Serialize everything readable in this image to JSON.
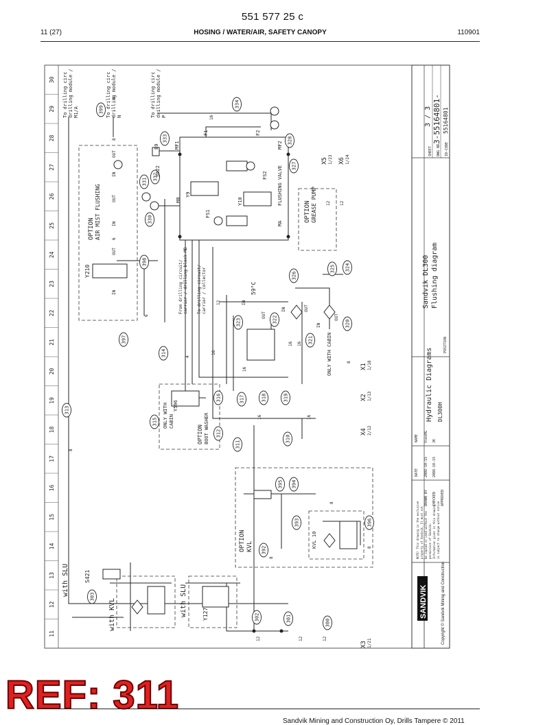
{
  "header": {
    "doc_number": "551 577 25 c",
    "page": "11 (27)",
    "title": "HOSING / WATER/AIR, SAFETY CANOPY",
    "date_code": "110901"
  },
  "grid": {
    "columns": [
      "11",
      "12",
      "13",
      "14",
      "15",
      "16",
      "17",
      "18",
      "19",
      "20",
      "21",
      "22",
      "23",
      "24",
      "25",
      "26",
      "27",
      "28",
      "29",
      "30"
    ]
  },
  "destinations": {
    "d1_line1": "To drilling circ",
    "d1_line2": "drilling module /",
    "d1_line3": "M1/A",
    "d2_line1": "To drilling circ",
    "d2_line2": "drilling module /",
    "d2_line3": "N",
    "d3_line1": "To drilling circ",
    "d3_line2": "drilling module /",
    "d3_line3": "P"
  },
  "callouts": [
    "399",
    "334",
    "333",
    "328",
    "327",
    "331",
    "332",
    "330",
    "398",
    "397",
    "326",
    "325",
    "324",
    "323",
    "322",
    "321",
    "320",
    "314",
    "315",
    "316",
    "317",
    "318",
    "319",
    "313",
    "312",
    "311",
    "310",
    "395",
    "394",
    "393",
    "396",
    "392",
    "303",
    "302",
    "301",
    "300"
  ],
  "labels": {
    "option_air_mist": "OPTION",
    "air_mist_flushing": "AIR MIST FLUSHING",
    "option_grease": "OPTION",
    "grease_pump": "GREASE PUMP",
    "flushing_valve": "FLUSHING VALVE",
    "y210": "Y210",
    "y9": "Y9",
    "y10": "Y10",
    "b9": "B9",
    "s422": "S422",
    "mf1": "MF1",
    "mf2": "MF2",
    "ma": "MA",
    "mb": "MB",
    "f1": "F1",
    "f2": "F2",
    "fs1": "FS1",
    "fs2": "FS2",
    "in": "IN",
    "out": "OUT",
    "temp": "59°C",
    "from_drill_1": "From drilling circuit/",
    "from_drill_2": "carrier / drilling block MB",
    "to_drill_1": "To drilling circuit/",
    "to_drill_2": "carrier / collector",
    "only_with_cabin": "ONLY WITH CABIN",
    "only_with_cabin_2": "ONLY WITH",
    "cabin": "CABIN",
    "option_boot": "OPTION",
    "boot_washer": "BOOT WASHER",
    "y596": "Y596",
    "option_kvl": "OPTION",
    "kvl": "KVL",
    "kvl10": "KVL 10",
    "with_slu": "with SLU",
    "with_slu_2": "with SLU",
    "with_kvl": "with KVL",
    "s421": "S421",
    "y127": "Y127",
    "x1": "X1",
    "x2": "X2",
    "x3": "X3",
    "x4": "X4",
    "x5": "X5",
    "x6": "X6",
    "x1s": "1/18",
    "x2s": "1/13",
    "x3s": "1/21",
    "x4s": "2/12",
    "x5s": "1/23",
    "x6s": "1/24",
    "hose_12": "12",
    "hose_16": "16",
    "hose_8": "8",
    "hose_6": "6",
    "hose_4": "4"
  },
  "title_block": {
    "company": "SANDVIK",
    "product": "Sandvik DL300",
    "diagram": "Flushing diagram",
    "group": "Hydraulic Diagrams",
    "model": "DL300H",
    "position_label": "POSITION",
    "sheet_label": "SHEET",
    "sheet_value": "3 / 3",
    "dwg_label": "DWG NR",
    "dwg_value": "3-55164801-",
    "idcode_label": "ID-CODE",
    "idcode_value": "55164801",
    "date_label": "DATE",
    "name_label": "NAME",
    "drawn_label": "DRAWN BY",
    "drawn_date": "2008-10-15",
    "drawn_name": "ViesHG",
    "checked_label": "CHECKED",
    "checked_date": "2008-10-15",
    "checked_name": "JK",
    "approved_label": "APPROVED",
    "copyright": "Copyright © Sandvik Mining and Construction",
    "notice_1": "NOTE! This drawing is the exclusive",
    "notice_2": "property of Sandvik. It must not",
    "notice_3": "be copied or used without the",
    "notice_4": "permission of Sandvik.",
    "notice_5": "Information given in this drawing",
    "notice_6": "is subject to change without notice"
  },
  "stamp": {
    "text": "REF: 311"
  },
  "footer": {
    "text": "Sandvik Mining and Construction Oy, Drills Tampere © 2011"
  },
  "colors": {
    "stamp_red": "#e02020",
    "line": "#222222"
  }
}
